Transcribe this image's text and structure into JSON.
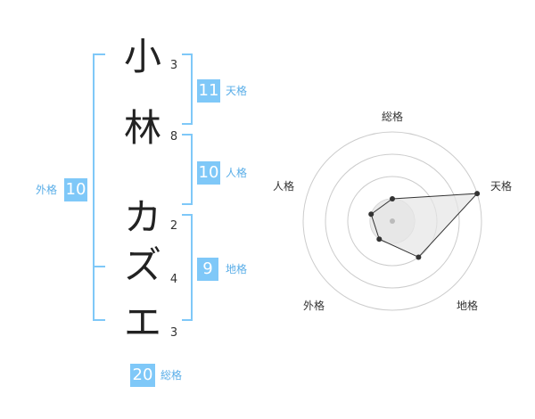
{
  "name": {
    "chars": [
      {
        "char": "小",
        "strokes": "3"
      },
      {
        "char": "林",
        "strokes": "8"
      },
      {
        "char": "カ",
        "strokes": "2"
      },
      {
        "char": "ズ",
        "strokes": "4"
      },
      {
        "char": "エ",
        "strokes": "3"
      }
    ]
  },
  "kaku": {
    "tenkaku": {
      "label": "天格",
      "value": "11"
    },
    "jinkaku": {
      "label": "人格",
      "value": "10"
    },
    "chikaku": {
      "label": "地格",
      "value": "9"
    },
    "gaikaku": {
      "label": "外格",
      "value": "10"
    },
    "soukaku": {
      "label": "総格",
      "value": "20"
    }
  },
  "radar": {
    "axes": [
      "総格",
      "天格",
      "地格",
      "外格",
      "人格"
    ],
    "levels": 4,
    "max": 4,
    "values": [
      1,
      4,
      2,
      1,
      1
    ],
    "colors": {
      "grid": "#cccccc",
      "fill": "#e6e6e6",
      "line": "#333333",
      "point": "#333333",
      "center": "#bbbbbb"
    }
  }
}
